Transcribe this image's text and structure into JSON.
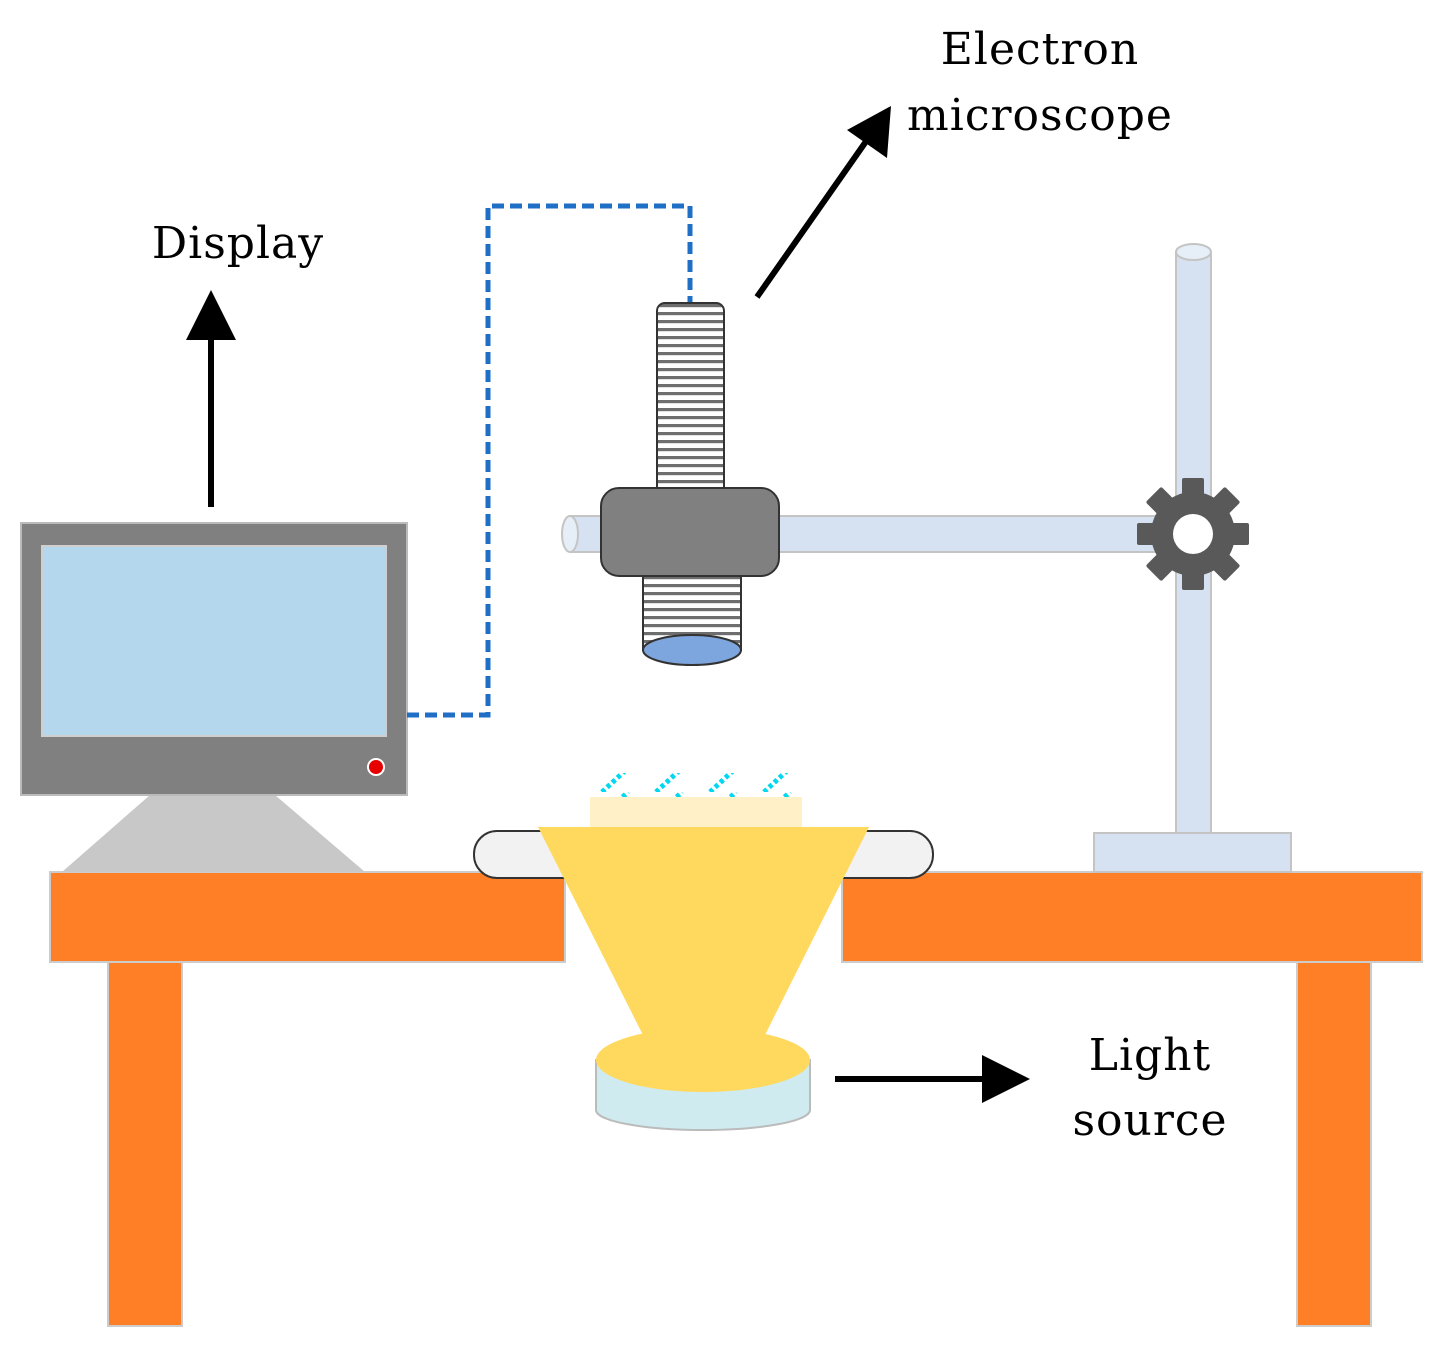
{
  "labels": {
    "microscope_line1": "Electron",
    "microscope_line2": "microscope",
    "display": "Display",
    "light_line1": "Light",
    "light_line2": "source"
  },
  "colors": {
    "table": "#FF7F27",
    "monitor_frame": "#808080",
    "monitor_screen": "#B4D7EE",
    "monitor_stand": "#C8C8C8",
    "power_led": "#E60000",
    "cable": "#1F6FC6",
    "stand_pole": "#D6E2F2",
    "microscope_body": "#808080",
    "lens": "#7EA6DE",
    "light_beam": "#FFD95E",
    "light_base": "#CFEBF0",
    "sample": "#FFF0C8",
    "sample_stripes": "#00D8F0",
    "stage": "#F2F2F2",
    "arrows": "#000000"
  },
  "icons": {
    "gear": "gear-icon",
    "power": "power-led-icon"
  }
}
